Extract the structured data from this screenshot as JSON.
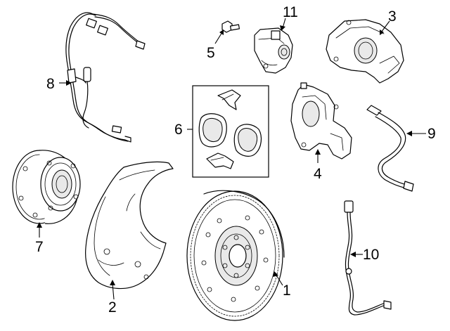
{
  "callouts": [
    {
      "id": "1",
      "label": "1"
    },
    {
      "id": "2",
      "label": "2"
    },
    {
      "id": "3",
      "label": "3"
    },
    {
      "id": "4",
      "label": "4"
    },
    {
      "id": "5",
      "label": "5"
    },
    {
      "id": "6",
      "label": "6"
    },
    {
      "id": "7",
      "label": "7"
    },
    {
      "id": "8",
      "label": "8"
    },
    {
      "id": "9",
      "label": "9"
    },
    {
      "id": "10",
      "label": "10"
    },
    {
      "id": "11",
      "label": "11"
    }
  ],
  "colors": {
    "line": "#000000",
    "background": "#ffffff",
    "shade": "#e9e9e9"
  }
}
